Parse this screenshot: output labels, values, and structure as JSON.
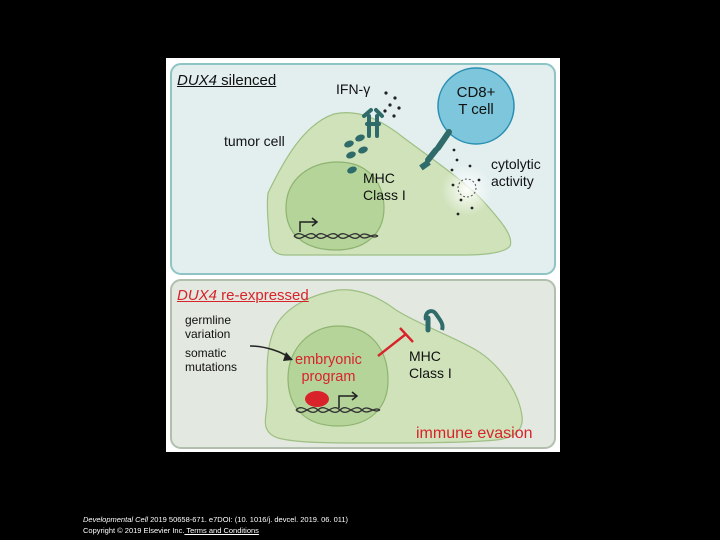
{
  "panel_top": {
    "title_gene": "DUX4",
    "title_rest": " silenced",
    "ifn": "IFN-γ",
    "tcell_line1": "CD8+",
    "tcell_line2": "T cell",
    "tumor": "tumor cell",
    "mhc_line1": "MHC",
    "mhc_line2": "Class I",
    "cyto_line1": "cytolytic",
    "cyto_line2": "activity"
  },
  "panel_bottom": {
    "title_gene": "DUX4",
    "title_rest": " re-expressed",
    "germ_line1": "germline",
    "germ_line2": "variation",
    "som_line1": "somatic",
    "som_line2": "mutations",
    "emb_line1": "embryonic",
    "emb_line2": "program",
    "mhc_line1": "MHC",
    "mhc_line2": "Class I",
    "evasion": "immune evasion"
  },
  "footer": {
    "journal": "Developmental Cell",
    "citation": " 2019 50658-671. e7DOI: (10. 1016/j. devcel. 2019. 06. 011)",
    "copyright": "Copyright © 2019 Elsevier Inc.",
    "terms": " Terms and Conditions"
  },
  "colors": {
    "top_panel_bg": "#e2efee",
    "top_panel_border": "#8ec4c4",
    "bottom_panel_bg": "#e3e8e0",
    "bottom_panel_border": "#b3bfae",
    "cell_fill": "#cfe2ba",
    "nucleus_fill": "#b5d49a",
    "tcell_fill": "#7dc6db",
    "receptor": "#2f6b6a",
    "accent_red": "#d8232a"
  }
}
